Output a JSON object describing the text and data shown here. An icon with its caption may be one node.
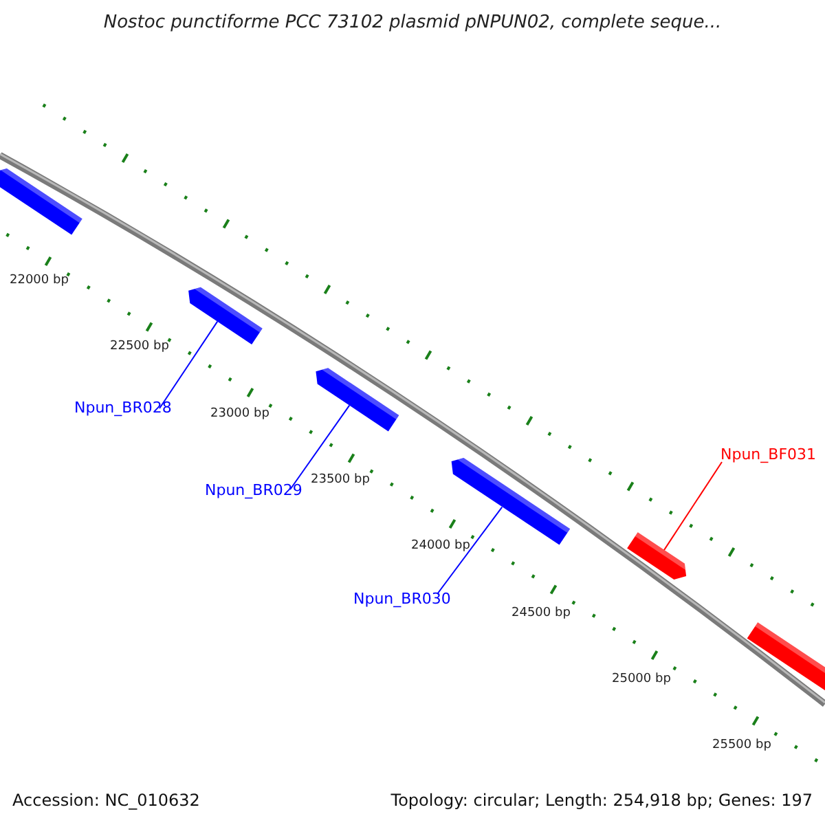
{
  "diagram": {
    "title": "Nostoc punctiforme PCC 73102 plasmid pNPUN02, complete seque...",
    "nodes": [
      {
        "text": [],
        "shape": "bar"
      },
      {
        "text": [],
        "shape": "bar"
      },
      {
        "text": [],
        "shape": "bar"
      },
      {
        "text": [
          "Npun_BR028"
        ]
      },
      {
        "text": [
          "Npun_BF031"
        ]
      },
      {
        "text": [
          "Npun_BR029"
        ]
      },
      {
        "text": [],
        "shape": "bar"
      },
      {
        "text": [],
        "shape": "bar"
      },
      {
        "text": [
          "Npun_BR030"
        ]
      },
      {
        "text": [],
        "shape": "bar"
      }
    ],
    "edges": [
      {
        "from": 3,
        "to": 1,
        "arrow": "none"
      },
      {
        "from": 5,
        "to": 2,
        "arrow": "none"
      },
      {
        "from": 8,
        "to": 6,
        "arrow": "none"
      },
      {
        "from": 4,
        "to": 7,
        "arrow": "none",
        "color": "#ff0000"
      }
    ],
    "labels": [
      "22000 bp",
      "22500 bp",
      "23000 bp",
      "23500 bp",
      "24000 bp",
      "24500 bp",
      "25000 bp",
      "25500 bp",
      "Accession: NC_010632",
      "Topology: circular; Length: 254,918 bp; Genes: 197"
    ]
  }
}
